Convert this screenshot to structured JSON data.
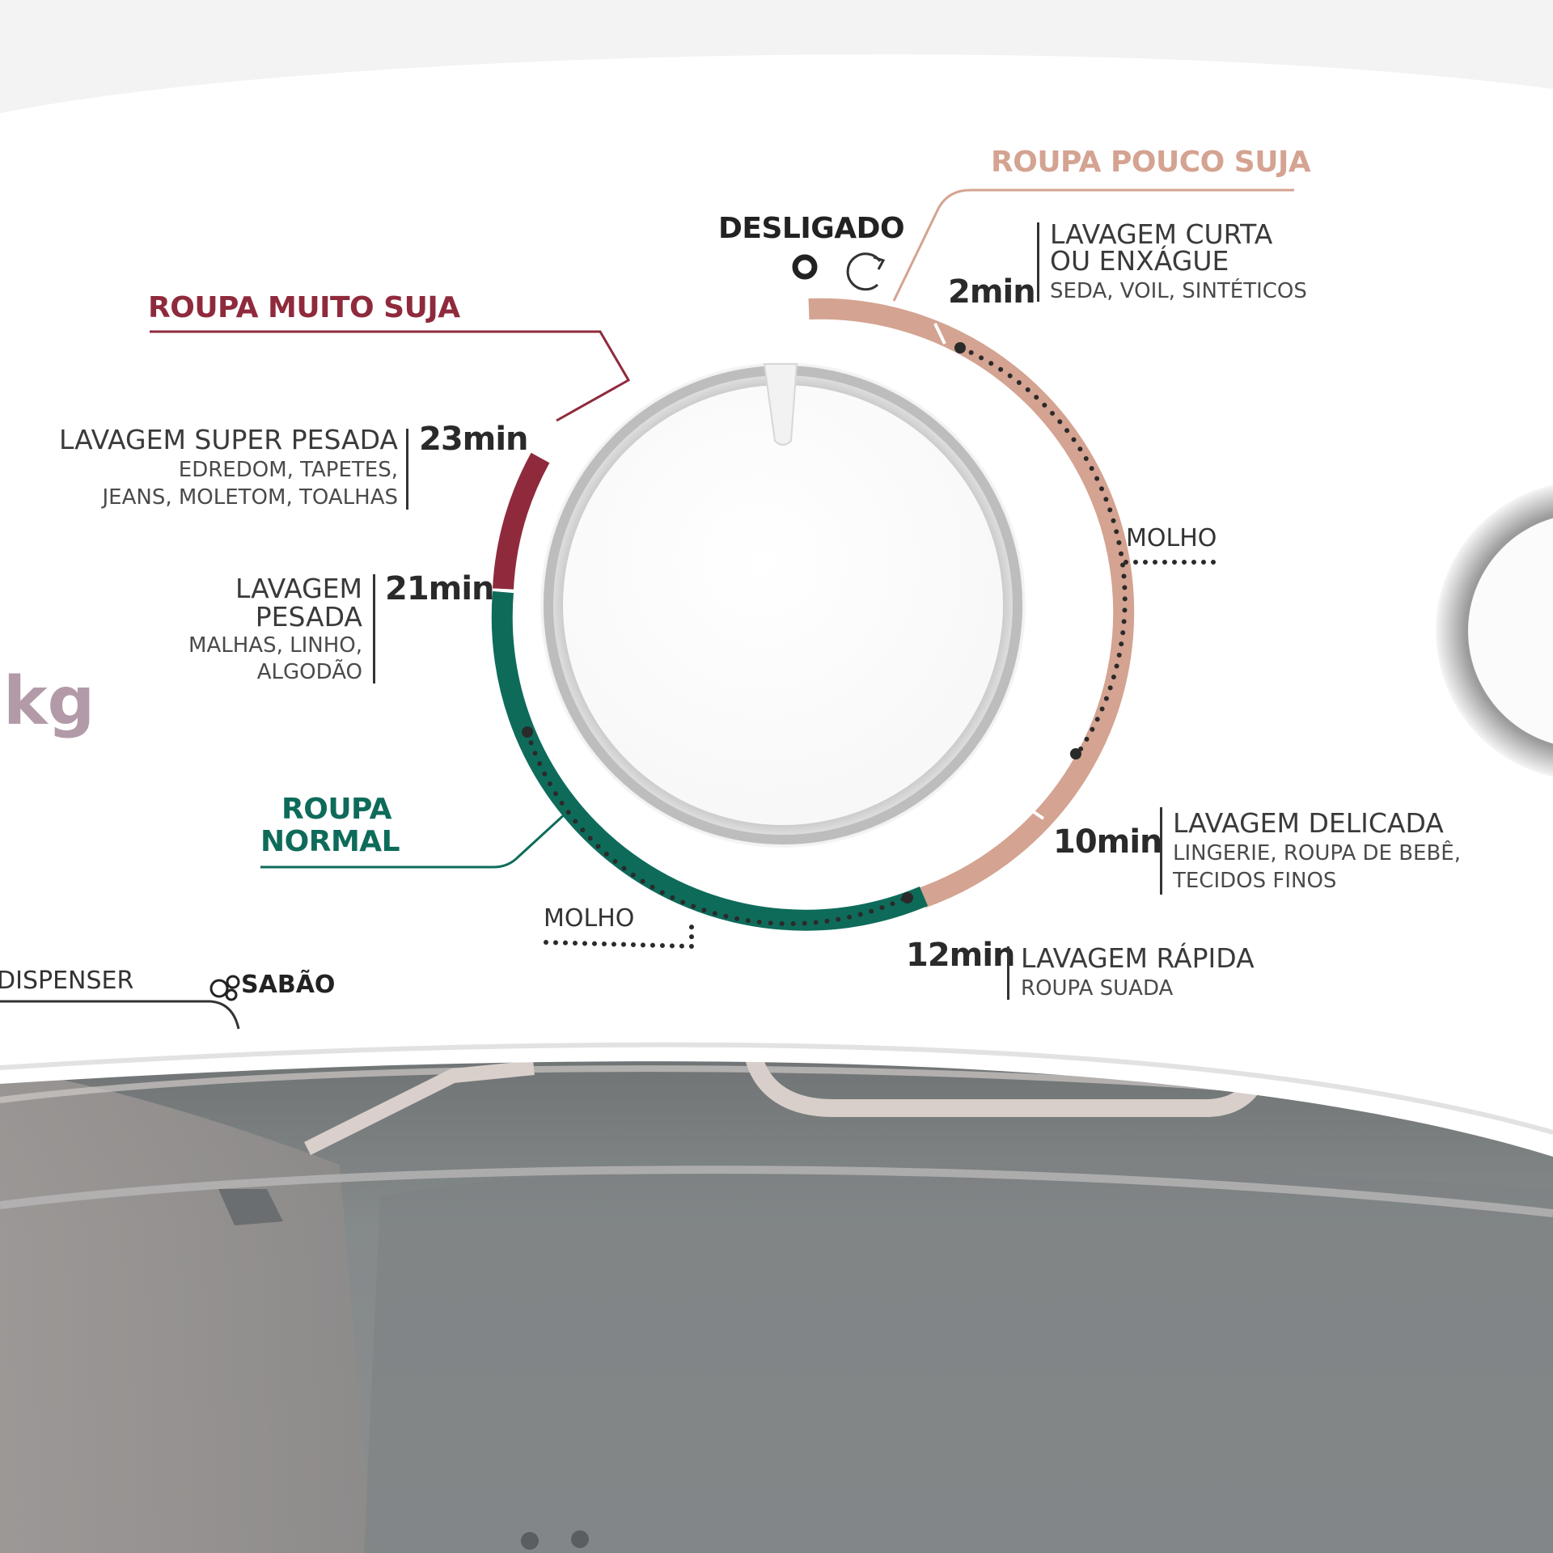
{
  "palette": {
    "muito_suja": "#8f2a3c",
    "pouco_suja": "#d4a391",
    "normal": "#0e6b5a",
    "panel": "#ffffff",
    "lid": "#8a8c8d"
  },
  "categories": {
    "pouco_suja": "ROUPA POUCO SUJA",
    "muito_suja": "ROUPA MUITO SUJA",
    "normal_1": "ROUPA",
    "normal_2": "NORMAL"
  },
  "off": {
    "label": "DESLIGADO",
    "icons": [
      "power-off-circle-icon",
      "clockwise-arrow-icon"
    ]
  },
  "programs": {
    "curta": {
      "time": "2min",
      "title_1": "LAVAGEM CURTA",
      "title_2": "OU ENXÁGUE",
      "desc": "SEDA, VOIL, SINTÉTICOS"
    },
    "super_pesada": {
      "time": "23min",
      "title": "LAVAGEM SUPER PESADA",
      "desc_1": "EDREDOM, TAPETES,",
      "desc_2": "JEANS, MOLETOM, TOALHAS"
    },
    "pesada": {
      "time": "21min",
      "title_1": "LAVAGEM",
      "title_2": "PESADA",
      "desc_1": "MALHAS, LINHO,",
      "desc_2": "ALGODÃO"
    },
    "delicada": {
      "time": "10min",
      "title": "LAVAGEM DELICADA",
      "desc_1": "LINGERIE, ROUPA DE BEBÊ,",
      "desc_2": "TECIDOS FINOS"
    },
    "rapida": {
      "time": "12min",
      "title": "LAVAGEM RÁPIDA",
      "desc": "ROUPA SUADA"
    }
  },
  "soak": {
    "right": "MOLHO",
    "bottom": "MOLHO"
  },
  "capacity_partial": "kg",
  "dispenser_partial": "DISPENSER",
  "soap": {
    "label": "SABÃO",
    "icon": "bubbles-icon"
  }
}
